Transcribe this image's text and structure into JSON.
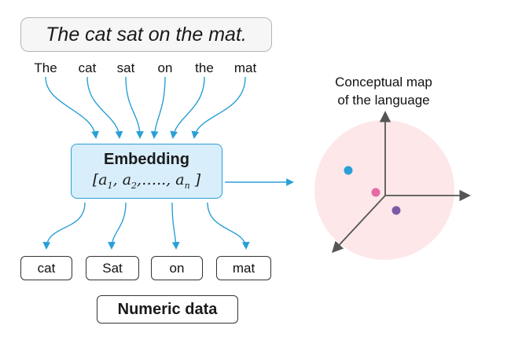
{
  "sentence": "The cat sat on the mat.",
  "tokens": [
    "The",
    "cat",
    "sat",
    "on",
    "the",
    "mat"
  ],
  "embedding": {
    "title": "Embedding",
    "vector_open": "[",
    "vector_a1": "a",
    "vector_sub1": "1",
    "vector_sep1": ", ",
    "vector_a2": "a",
    "vector_sub2": "2",
    "vector_dots": ",….., ",
    "vector_an": "a",
    "vector_subn": "n",
    "vector_close": " ]"
  },
  "outputs": [
    "cat",
    "Sat",
    "on",
    "mat"
  ],
  "numeric_label": "Numeric data",
  "map": {
    "title_line1": "Conceptual map",
    "title_line2": "of the language"
  },
  "colors": {
    "arrow_blue": "#2a9fd6",
    "embedding_fill": "#d8eefb",
    "map_fill": "#fde7e9",
    "axis": "#555555",
    "point_blue": "#2a9fd6",
    "point_pink": "#e56aa6",
    "point_purple": "#7b5aa6"
  }
}
